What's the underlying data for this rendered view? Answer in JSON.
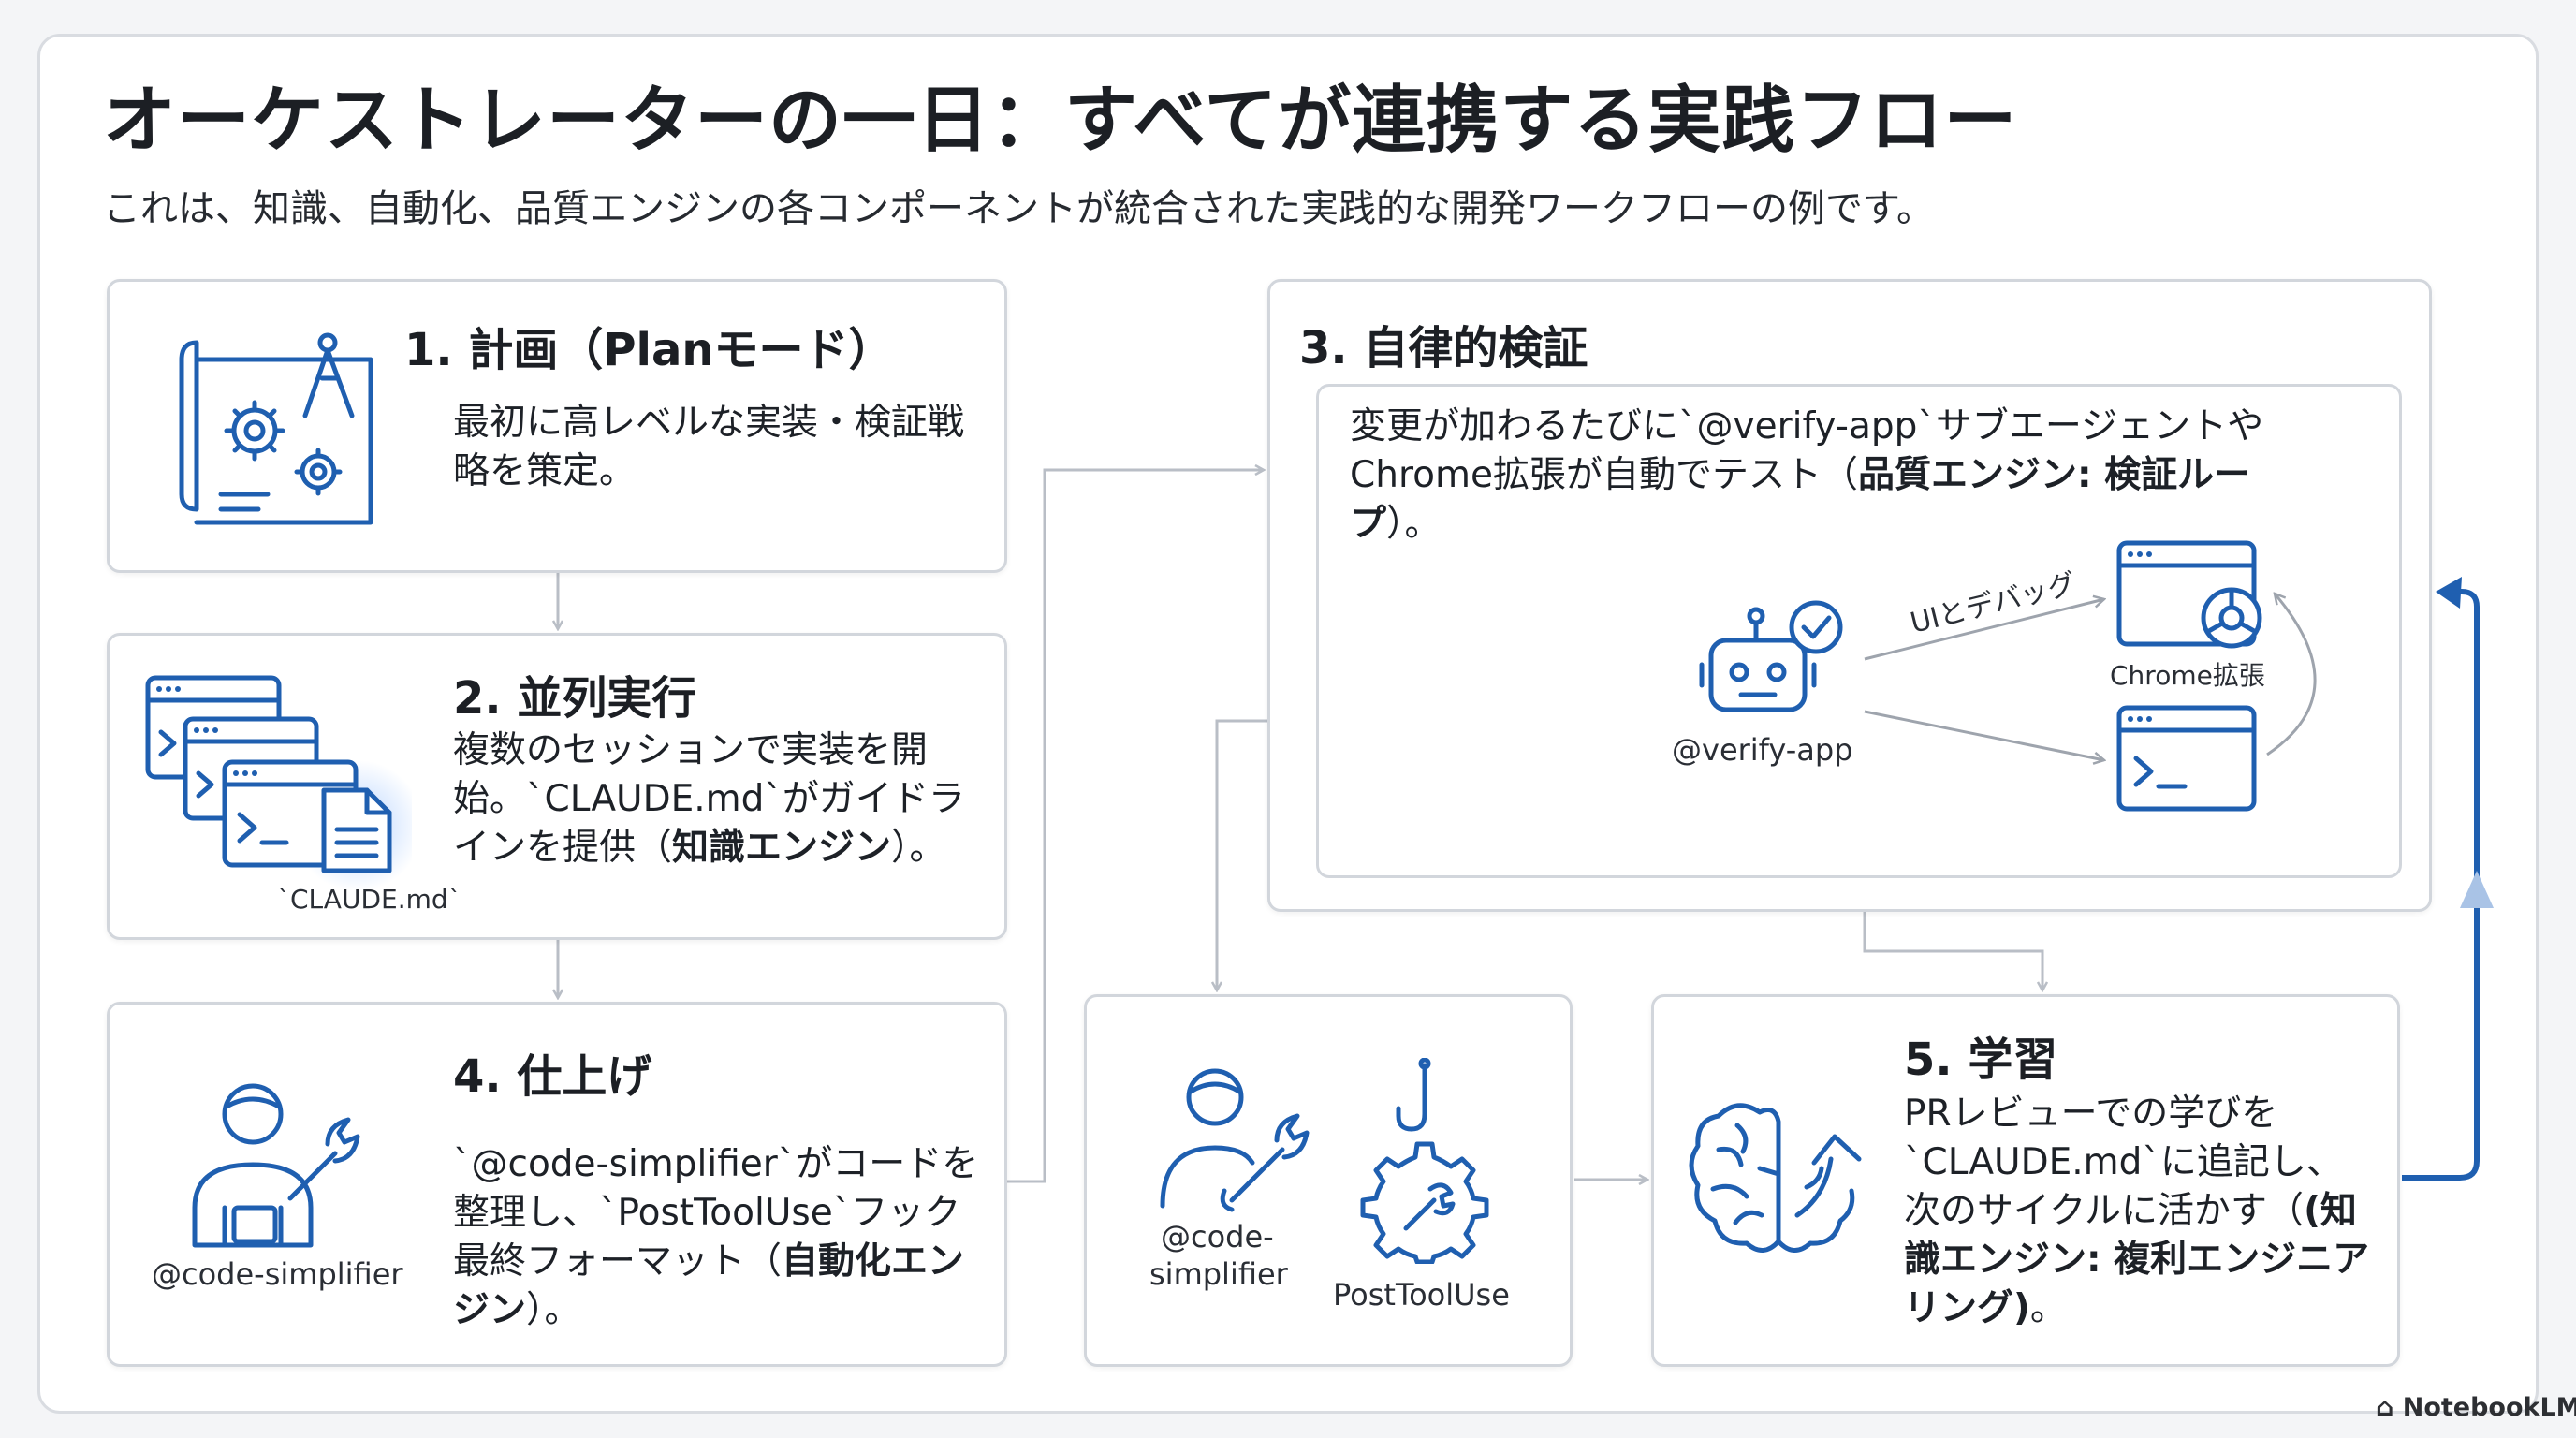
{
  "title": "オーケストレーターの一日：すべてが連携する実践フロー",
  "subtitle": "これは、知識、自動化、品質エンジンの各コンポーネントが統合された実践的な開発ワークフローの例です。",
  "step1": {
    "heading": "1. 計画（Planモード）",
    "body": "最初に高レベルな実装・検証戦略を策定。"
  },
  "step2": {
    "heading": "2. 並列実行",
    "body_a": "複数のセッションで実装を開始。`CLAUDE.md`がガイドラインを提供（",
    "body_bold": "知識エンジン",
    "body_b": "）。",
    "icon_caption": "`CLAUDE.md`"
  },
  "step3": {
    "heading": "3. 自律的検証",
    "body_a": "変更が加わるたびに`@verify-app`サブエージェントやChrome拡張が自動でテスト（",
    "body_bold": "品質エンジン: 検証ループ",
    "body_b": "）。",
    "agent_label": "@verify-app",
    "edge_label": "UIとデバッグ",
    "chrome_label": "Chrome拡張"
  },
  "step4": {
    "heading": "4. 仕上げ",
    "body_a": "`@code-simplifier`がコードを整理し、`PostToolUse`フック最終フォーマット（",
    "body_bold": "自動化エンジン",
    "body_b": "）。",
    "icon_caption": "@code-simplifier"
  },
  "middle": {
    "agent_label_1": "@code-",
    "agent_label_2": "simplifier",
    "hook_label": "PostToolUse"
  },
  "step5": {
    "heading": "5. 学習",
    "body_a": "PRレビューでの学びを`CLAUDE.md`に追記し、次のサイクルに活かす（",
    "body_bold": "(知識エンジン: 複利エンジニアリング)",
    "body_b": "。"
  },
  "brand": "NotebookLM",
  "colors": {
    "accent": "#1f5fb0",
    "connector": "#b9bec6",
    "border": "#d2d6dc"
  }
}
